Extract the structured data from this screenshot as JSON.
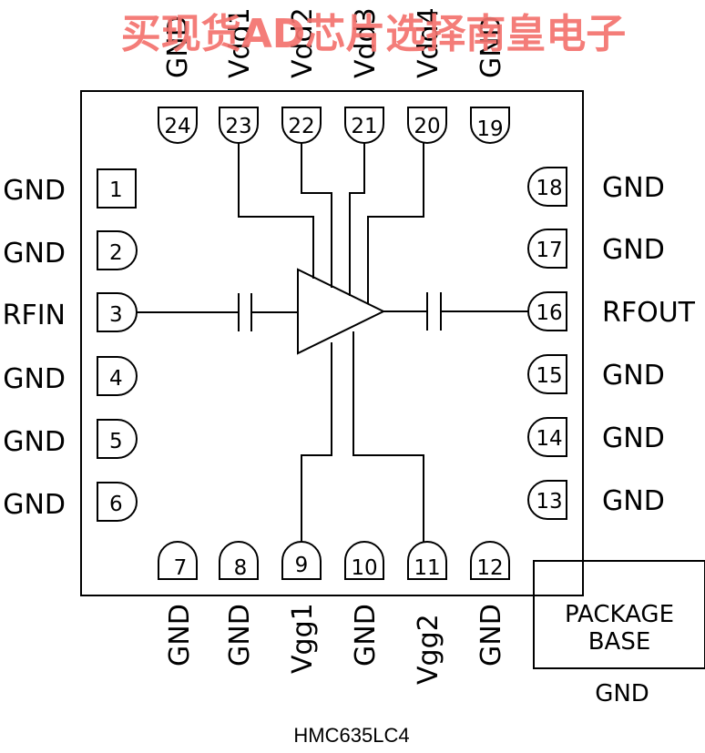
{
  "watermark": "买现货AD芯片选择南皇电子",
  "part_number": "HMC635LC4",
  "package_base": {
    "line1": "PACKAGE",
    "line2": "BASE",
    "gnd": "GND"
  },
  "pins": [
    {
      "num": "1",
      "name": "GND"
    },
    {
      "num": "2",
      "name": "GND"
    },
    {
      "num": "3",
      "name": "RFIN"
    },
    {
      "num": "4",
      "name": "GND"
    },
    {
      "num": "5",
      "name": "GND"
    },
    {
      "num": "6",
      "name": "GND"
    },
    {
      "num": "7",
      "name": "GND"
    },
    {
      "num": "8",
      "name": "GND"
    },
    {
      "num": "9",
      "name": "Vgg1"
    },
    {
      "num": "10",
      "name": "GND"
    },
    {
      "num": "11",
      "name": "Vgg2"
    },
    {
      "num": "12",
      "name": "GND"
    },
    {
      "num": "13",
      "name": "GND"
    },
    {
      "num": "14",
      "name": "GND"
    },
    {
      "num": "15",
      "name": "GND"
    },
    {
      "num": "16",
      "name": "RFOUT"
    },
    {
      "num": "17",
      "name": "GND"
    },
    {
      "num": "18",
      "name": "GND"
    },
    {
      "num": "19",
      "name": "GND"
    },
    {
      "num": "20",
      "name": "Vdd4"
    },
    {
      "num": "21",
      "name": "Vdd3"
    },
    {
      "num": "22",
      "name": "Vdd2"
    },
    {
      "num": "23",
      "name": "Vdd1"
    },
    {
      "num": "24",
      "name": "GND"
    }
  ]
}
